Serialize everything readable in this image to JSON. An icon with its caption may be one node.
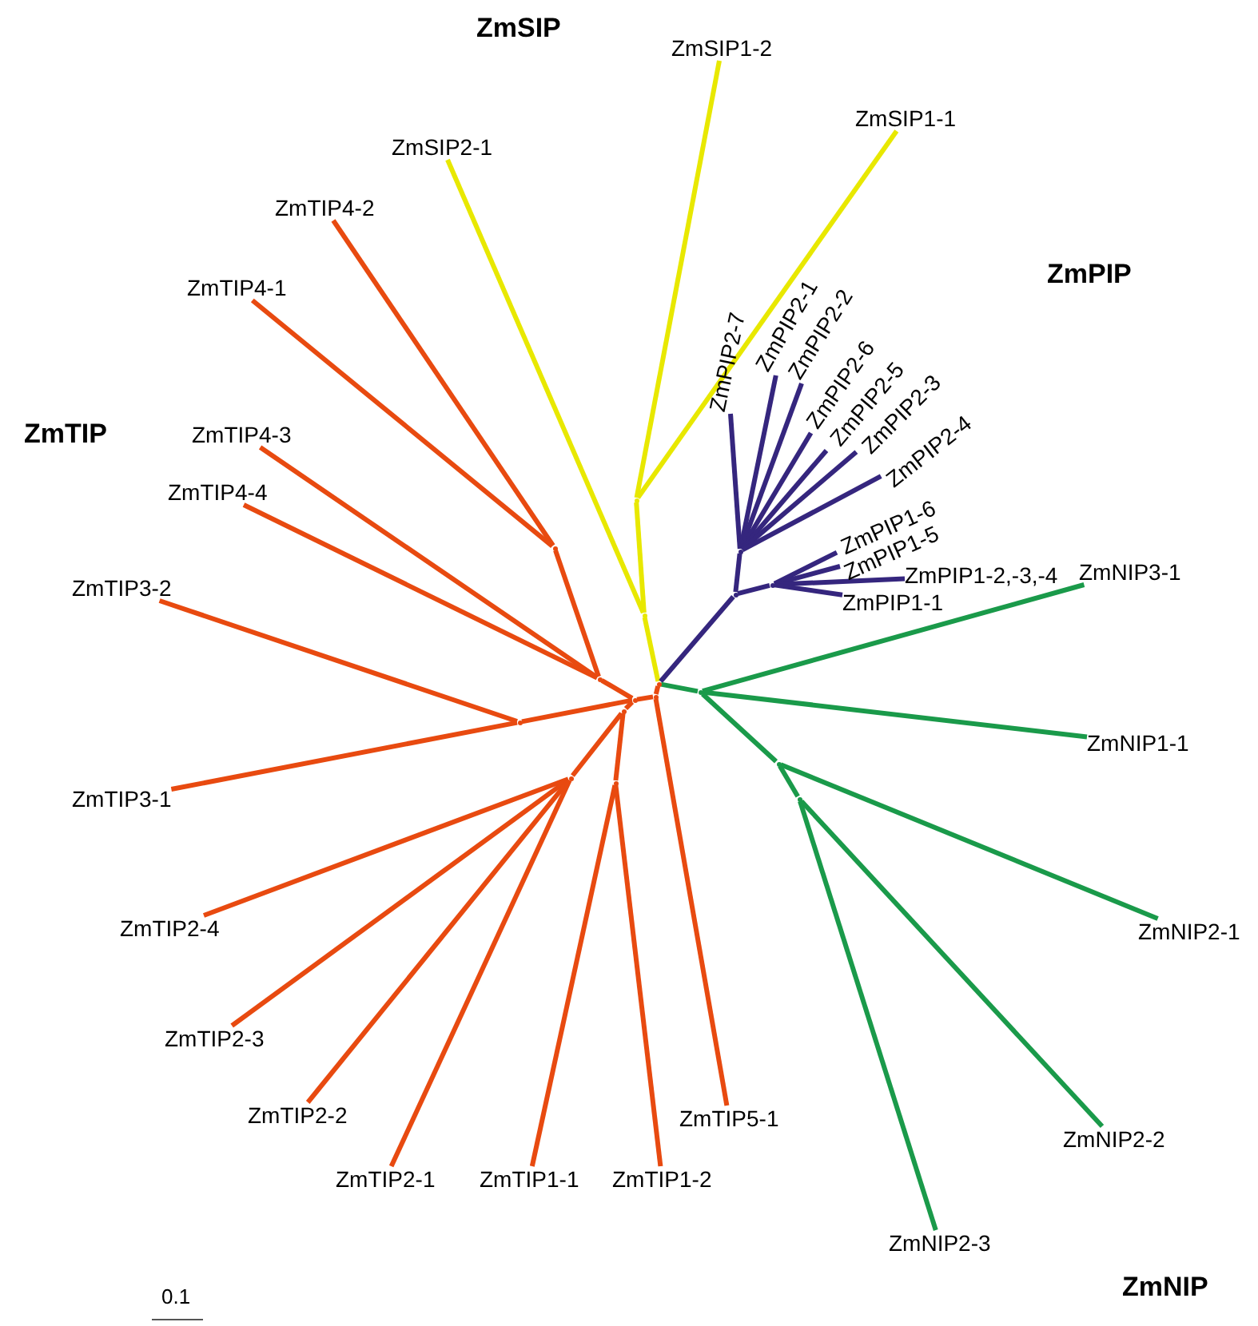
{
  "diagram": {
    "nodes": [
      {
        "text": [
          "ZmSIP1-2"
        ]
      },
      {
        "text": [
          "ZmSIP1-1"
        ]
      },
      {
        "text": [
          "ZmSIP2-1"
        ]
      },
      {
        "text": [
          "ZmTIP4-2"
        ]
      },
      {
        "text": [
          "ZmTIP4-1"
        ]
      },
      {
        "text": [
          "ZmPIP2-7"
        ]
      },
      {
        "text": [
          "ZmPIP2-1"
        ]
      },
      {
        "text": [
          "ZmPIP2-2"
        ]
      },
      {
        "text": [
          "ZmPIP2-6"
        ]
      },
      {
        "text": [
          "ZmPIP2-5"
        ]
      },
      {
        "text": [
          "ZmPIP2-3"
        ]
      },
      {
        "text": [
          "ZmPIP2-4"
        ]
      },
      {
        "text": [
          "ZmTIP4-3"
        ]
      },
      {
        "text": [
          "ZmTIP4-4"
        ]
      },
      {
        "text": [
          "ZmPIP1-6"
        ]
      },
      {
        "text": [
          "ZmPIP1-5"
        ]
      },
      {
        "text": [
          "ZmPIP1-2,-3,-4"
        ]
      },
      {
        "text": [
          "ZmNIP3-1"
        ]
      },
      {
        "text": [
          "ZmTIP3-2"
        ]
      },
      {
        "text": [
          "ZmPIP1-1"
        ]
      },
      {
        "text": [
          "ZmNIP1-1"
        ]
      },
      {
        "text": [
          "ZmTIP3-1"
        ]
      },
      {
        "text": [
          "ZmTIP2-4"
        ]
      },
      {
        "text": [
          "ZmNIP2-1"
        ]
      },
      {
        "text": [
          "ZmTIP2-3"
        ]
      },
      {
        "text": [
          "ZmTIP2-2"
        ]
      },
      {
        "text": [
          "ZmTIP5-1"
        ]
      },
      {
        "text": [
          "ZmNIP2-2"
        ]
      },
      {
        "text": [
          "ZmTIP2-1"
        ]
      },
      {
        "text": [
          "ZmTIP1-1"
        ]
      },
      {
        "text": [
          "ZmTIP1-2"
        ]
      },
      {
        "text": [
          "ZmNIP2-3"
        ]
      },
      {
        "text": [],
        "shape": "point"
      },
      {
        "text": [],
        "shape": "point"
      },
      {
        "text": [],
        "shape": "point"
      },
      {
        "text": [],
        "shape": "point"
      },
      {
        "text": [],
        "shape": "point"
      },
      {
        "text": [],
        "shape": "point"
      },
      {
        "text": [],
        "shape": "point"
      },
      {
        "text": [],
        "shape": "point"
      },
      {
        "text": [],
        "shape": "point"
      },
      {
        "text": [],
        "shape": "point"
      },
      {
        "text": [],
        "shape": "point"
      },
      {
        "text": [],
        "shape": "point"
      },
      {
        "text": [],
        "shape": "point"
      },
      {
        "text": [],
        "shape": "point"
      },
      {
        "text": [],
        "shape": "point"
      },
      {
        "text": [],
        "shape": "point"
      },
      {
        "text": [],
        "shape": "point"
      }
    ],
    "edges": [
      {
        "from": 32,
        "to": 33,
        "arrow": "none",
        "color": "#e8e800"
      },
      {
        "from": 33,
        "to": 2,
        "arrow": "none",
        "color": "#e8e800"
      },
      {
        "from": 33,
        "to": 34,
        "arrow": "none",
        "color": "#e8e800"
      },
      {
        "from": 34,
        "to": 0,
        "arrow": "none",
        "color": "#e8e800"
      },
      {
        "from": 34,
        "to": 1,
        "arrow": "none",
        "color": "#e8e800"
      },
      {
        "from": 32,
        "to": 35,
        "arrow": "none",
        "color": "#35267e"
      },
      {
        "from": 35,
        "to": 36,
        "arrow": "none",
        "color": "#35267e"
      },
      {
        "from": 36,
        "to": 5,
        "arrow": "none",
        "color": "#35267e"
      },
      {
        "from": 36,
        "to": 6,
        "arrow": "none",
        "color": "#35267e"
      },
      {
        "from": 36,
        "to": 7,
        "arrow": "none",
        "color": "#35267e"
      },
      {
        "from": 36,
        "to": 8,
        "arrow": "none",
        "color": "#35267e"
      },
      {
        "from": 36,
        "to": 9,
        "arrow": "none",
        "color": "#35267e"
      },
      {
        "from": 36,
        "to": 10,
        "arrow": "none",
        "color": "#35267e"
      },
      {
        "from": 36,
        "to": 11,
        "arrow": "none",
        "color": "#35267e"
      },
      {
        "from": 35,
        "to": 37,
        "arrow": "none",
        "color": "#35267e"
      },
      {
        "from": 37,
        "to": 14,
        "arrow": "none",
        "color": "#35267e"
      },
      {
        "from": 37,
        "to": 15,
        "arrow": "none",
        "color": "#35267e"
      },
      {
        "from": 37,
        "to": 16,
        "arrow": "none",
        "color": "#35267e"
      },
      {
        "from": 37,
        "to": 19,
        "arrow": "none",
        "color": "#35267e"
      },
      {
        "from": 32,
        "to": 38,
        "arrow": "none",
        "color": "#1a9a4a"
      },
      {
        "from": 38,
        "to": 17,
        "arrow": "none",
        "color": "#1a9a4a"
      },
      {
        "from": 38,
        "to": 20,
        "arrow": "none",
        "color": "#1a9a4a"
      },
      {
        "from": 38,
        "to": 39,
        "arrow": "none",
        "color": "#1a9a4a"
      },
      {
        "from": 39,
        "to": 23,
        "arrow": "none",
        "color": "#1a9a4a"
      },
      {
        "from": 39,
        "to": 40,
        "arrow": "none",
        "color": "#1a9a4a"
      },
      {
        "from": 40,
        "to": 27,
        "arrow": "none",
        "color": "#1a9a4a"
      },
      {
        "from": 40,
        "to": 31,
        "arrow": "none",
        "color": "#1a9a4a"
      },
      {
        "from": 32,
        "to": 41,
        "arrow": "none"
      },
      {
        "from": 41,
        "to": 26,
        "arrow": "none"
      },
      {
        "from": 41,
        "to": 42,
        "arrow": "none"
      },
      {
        "from": 42,
        "to": 43,
        "arrow": "none"
      },
      {
        "from": 43,
        "to": 12,
        "arrow": "none"
      },
      {
        "from": 43,
        "to": 13,
        "arrow": "none"
      },
      {
        "from": 43,
        "to": 44,
        "arrow": "none"
      },
      {
        "from": 44,
        "to": 3,
        "arrow": "none"
      },
      {
        "from": 44,
        "to": 4,
        "arrow": "none"
      },
      {
        "from": 42,
        "to": 45,
        "arrow": "none"
      },
      {
        "from": 45,
        "to": 18,
        "arrow": "none"
      },
      {
        "from": 45,
        "to": 21,
        "arrow": "none"
      },
      {
        "from": 42,
        "to": 46,
        "arrow": "none"
      },
      {
        "from": 46,
        "to": 47,
        "arrow": "none"
      },
      {
        "from": 47,
        "to": 22,
        "arrow": "none"
      },
      {
        "from": 47,
        "to": 24,
        "arrow": "none"
      },
      {
        "from": 47,
        "to": 25,
        "arrow": "none"
      },
      {
        "from": 47,
        "to": 28,
        "arrow": "none"
      },
      {
        "from": 46,
        "to": 48,
        "arrow": "none"
      },
      {
        "from": 48,
        "to": 29,
        "arrow": "none"
      },
      {
        "from": 48,
        "to": 30,
        "arrow": "none"
      }
    ],
    "labels": [
      "ZmSIP",
      "ZmPIP",
      "ZmTIP",
      "ZmNIP",
      "0.1"
    ]
  }
}
